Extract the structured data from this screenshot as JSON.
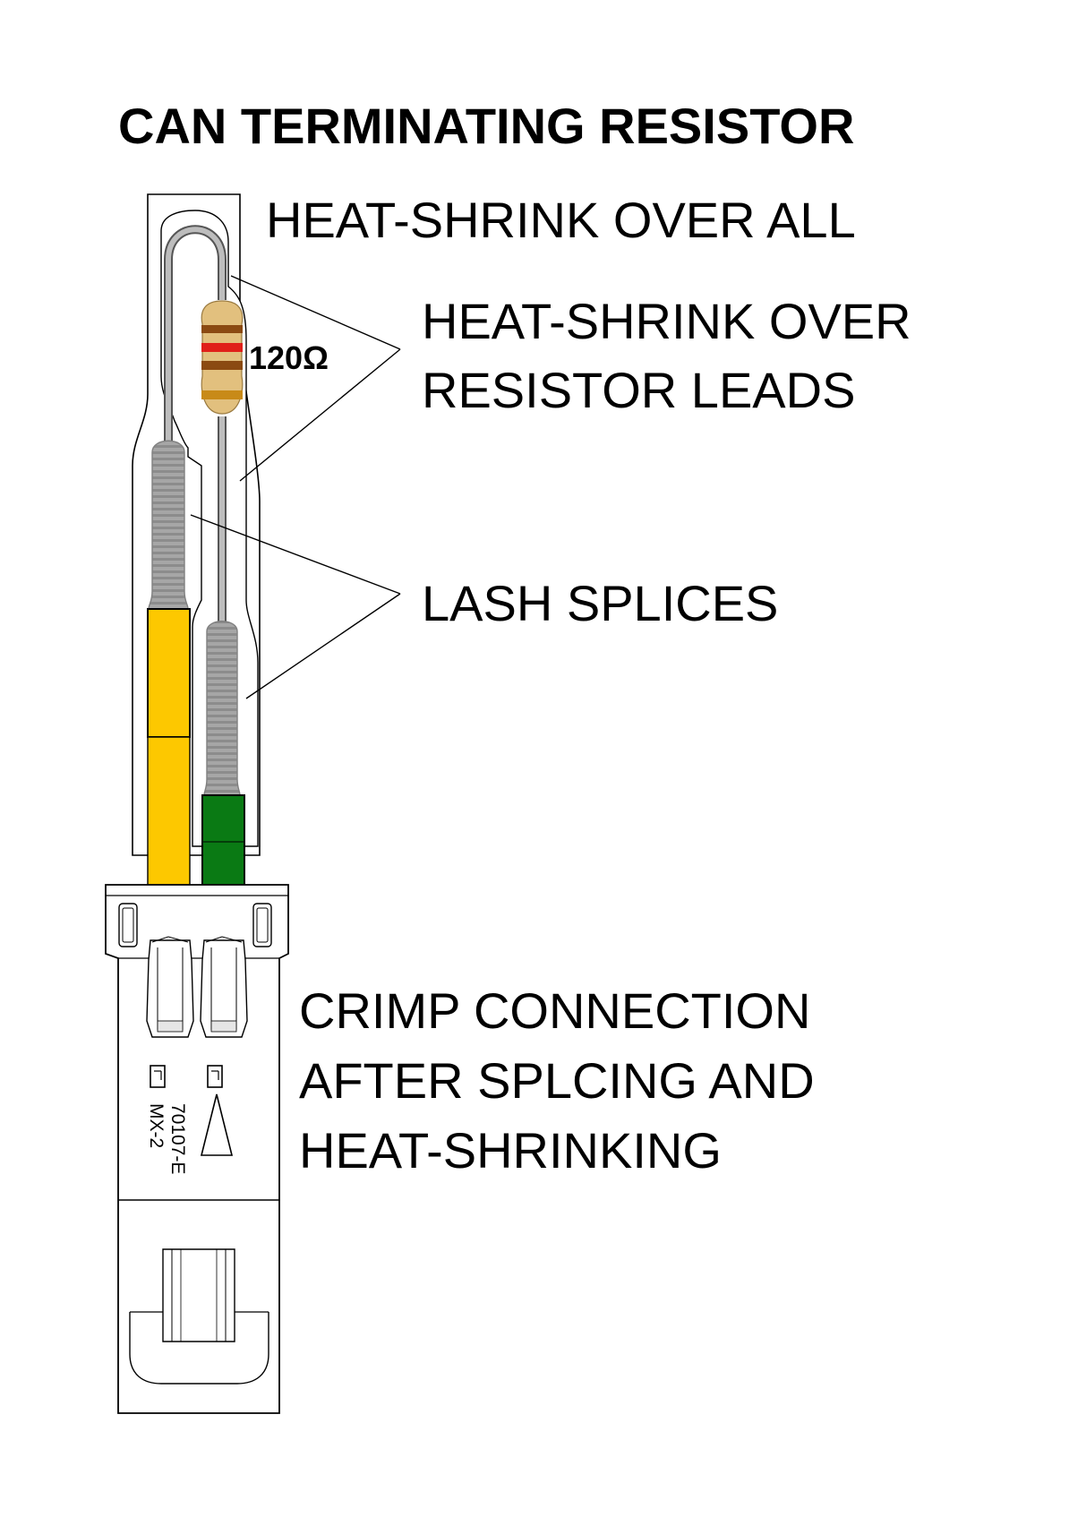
{
  "title": "CAN TERMINATING RESISTOR",
  "labels": {
    "heat_shrink_all": "HEAT-SHRINK OVER ALL",
    "heat_shrink_leads_line1": "HEAT-SHRINK OVER",
    "heat_shrink_leads_line2": "RESISTOR LEADS",
    "resistor_value": "120Ω",
    "lash_splices": "LASH SPLICES",
    "crimp_line1": "CRIMP CONNECTION",
    "crimp_line2": "AFTER SPLCING AND",
    "crimp_line3": "HEAT-SHRINKING",
    "connector_code_line1": "70107-E",
    "connector_code_line2": "MX-2"
  },
  "colors": {
    "wire_yellow": "#fdc800",
    "wire_green": "#0a7a14",
    "splice_gray": "#9a9a9a",
    "lead_gray": "#8a8a8a",
    "resistor_body": "#e2c07e",
    "band_brown": "#8b4a12",
    "band_red": "#e0201a",
    "band_gold": "#c88a18"
  },
  "resistor": {
    "bands": [
      "brown",
      "red",
      "brown",
      "gold"
    ]
  },
  "icons": {
    "resistor": "resistor-icon",
    "splice": "lash-splice-icon",
    "connector": "connector-icon"
  }
}
